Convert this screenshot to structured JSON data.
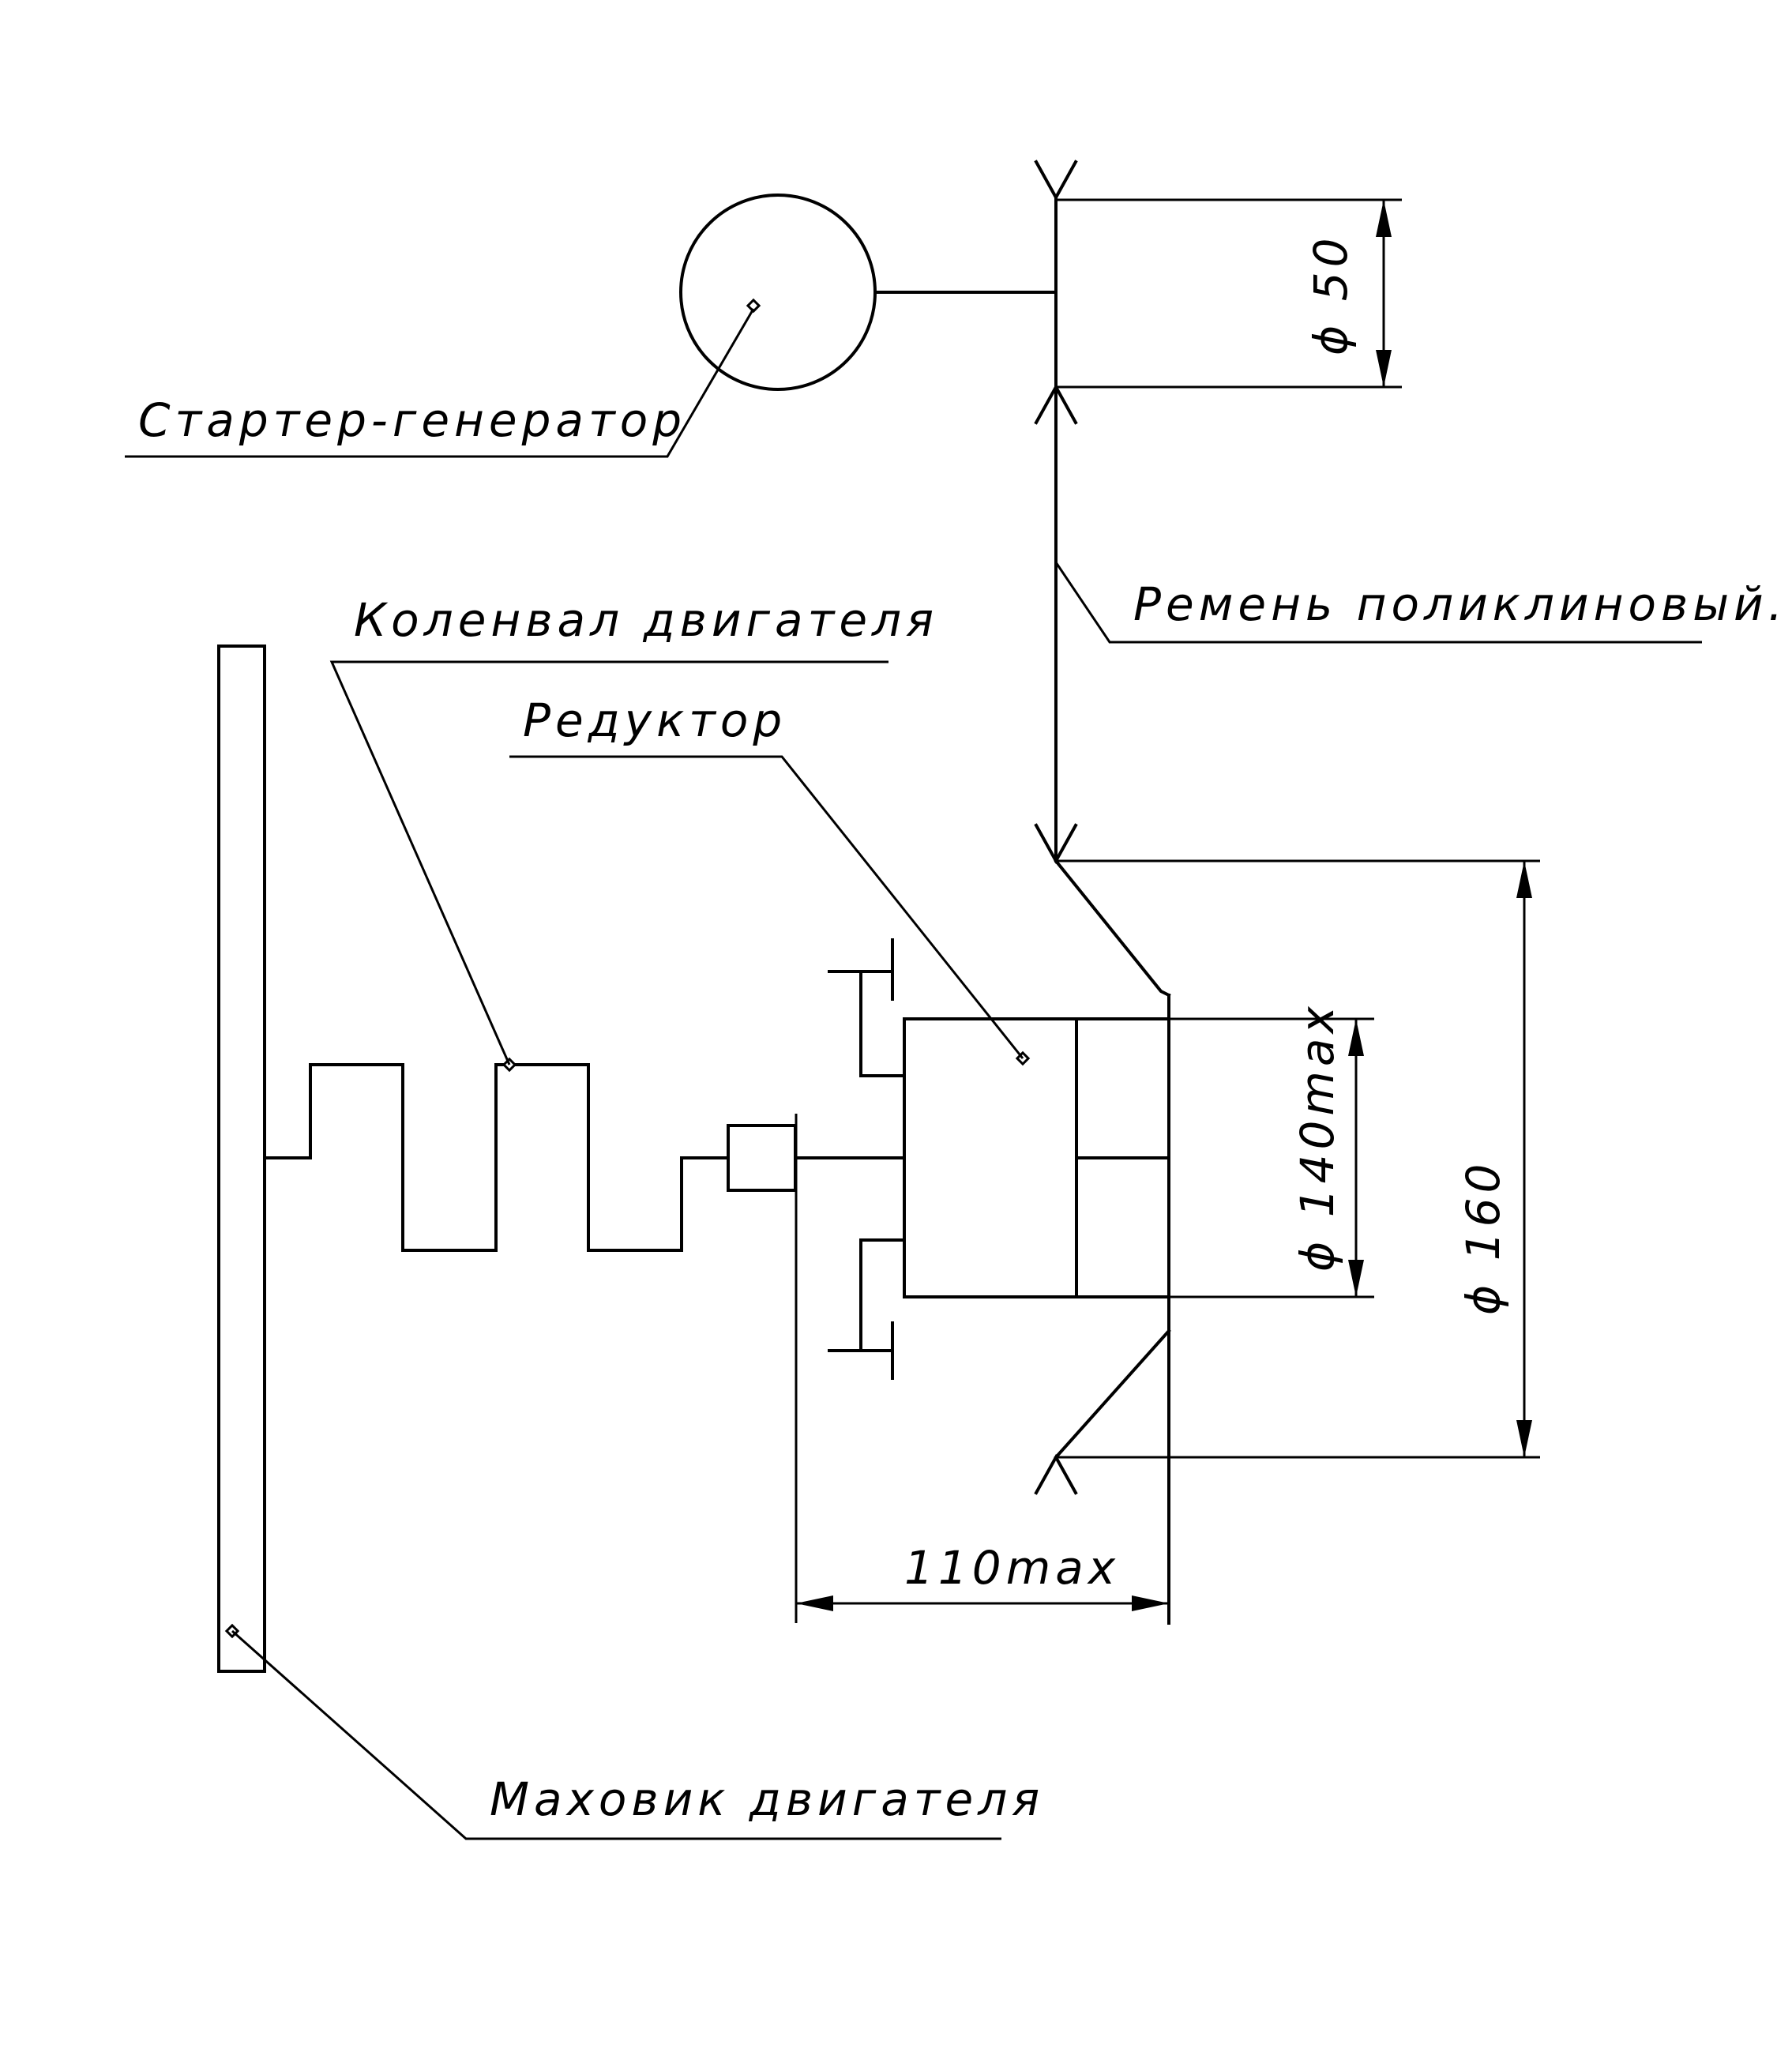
{
  "labels": {
    "starter_generator": "Стартер-генератор",
    "belt": "Ремень поликлиновый.",
    "crankshaft": "Коленвал двигателя",
    "reducer": "Редуктор",
    "flywheel": "Маховик двигателя"
  },
  "dimensions": {
    "starter_pulley_diameter": "ϕ 50",
    "reducer_diameter": "ϕ 140max",
    "pulley_diameter": "ϕ 160",
    "reducer_length": "110max"
  },
  "colors": {
    "line": "#000000",
    "background": "#ffffff"
  }
}
